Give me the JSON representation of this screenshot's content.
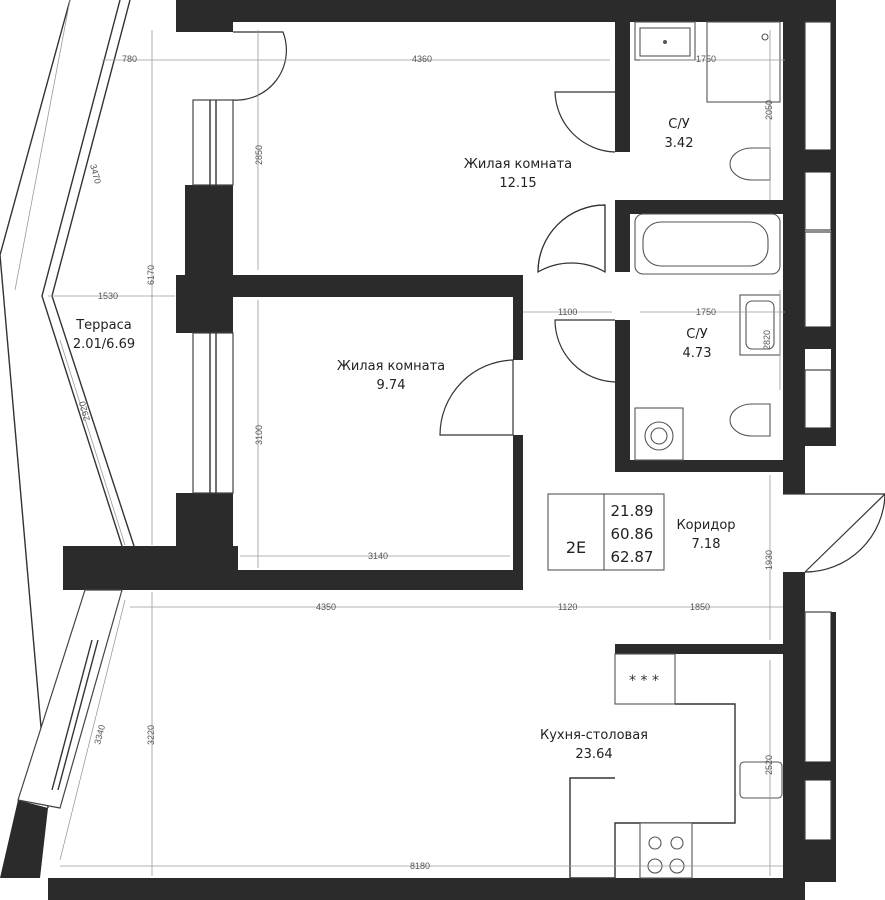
{
  "rooms": {
    "living_room_1": {
      "name": "Жилая комната",
      "area": "12.15"
    },
    "living_room_2": {
      "name": "Жилая комната",
      "area": "9.74"
    },
    "bathroom_1": {
      "name": "С/У",
      "area": "3.42"
    },
    "bathroom_2": {
      "name": "С/У",
      "area": "4.73"
    },
    "corridor": {
      "name": "Коридор",
      "area": "7.18"
    },
    "kitchen": {
      "name": "Кухня-столовая",
      "area": "23.64"
    },
    "terrace": {
      "name": "Терраса",
      "area": "2.01/6.69"
    }
  },
  "apartment": {
    "type": "2E",
    "living_area": "21.89",
    "total_area": "60.86",
    "total_area_with_terrace": "62.87"
  },
  "dimensions": {
    "d780": "780",
    "d4360": "4360",
    "d1750a": "1750",
    "d2050": "2050",
    "d3470": "3470",
    "d2850": "2850",
    "d6170": "6170",
    "d1530": "1530",
    "d1100": "1100",
    "d1750b": "1750",
    "d2820": "2820",
    "d3100": "3100",
    "d2920": "2920",
    "d3140": "3140",
    "d1930": "1930",
    "d4350": "4350",
    "d1120": "1120",
    "d1850": "1850",
    "d3340": "3340",
    "d3220": "3220",
    "d2520": "2520",
    "d8180": "8180"
  },
  "stove_symbol": "* * *"
}
